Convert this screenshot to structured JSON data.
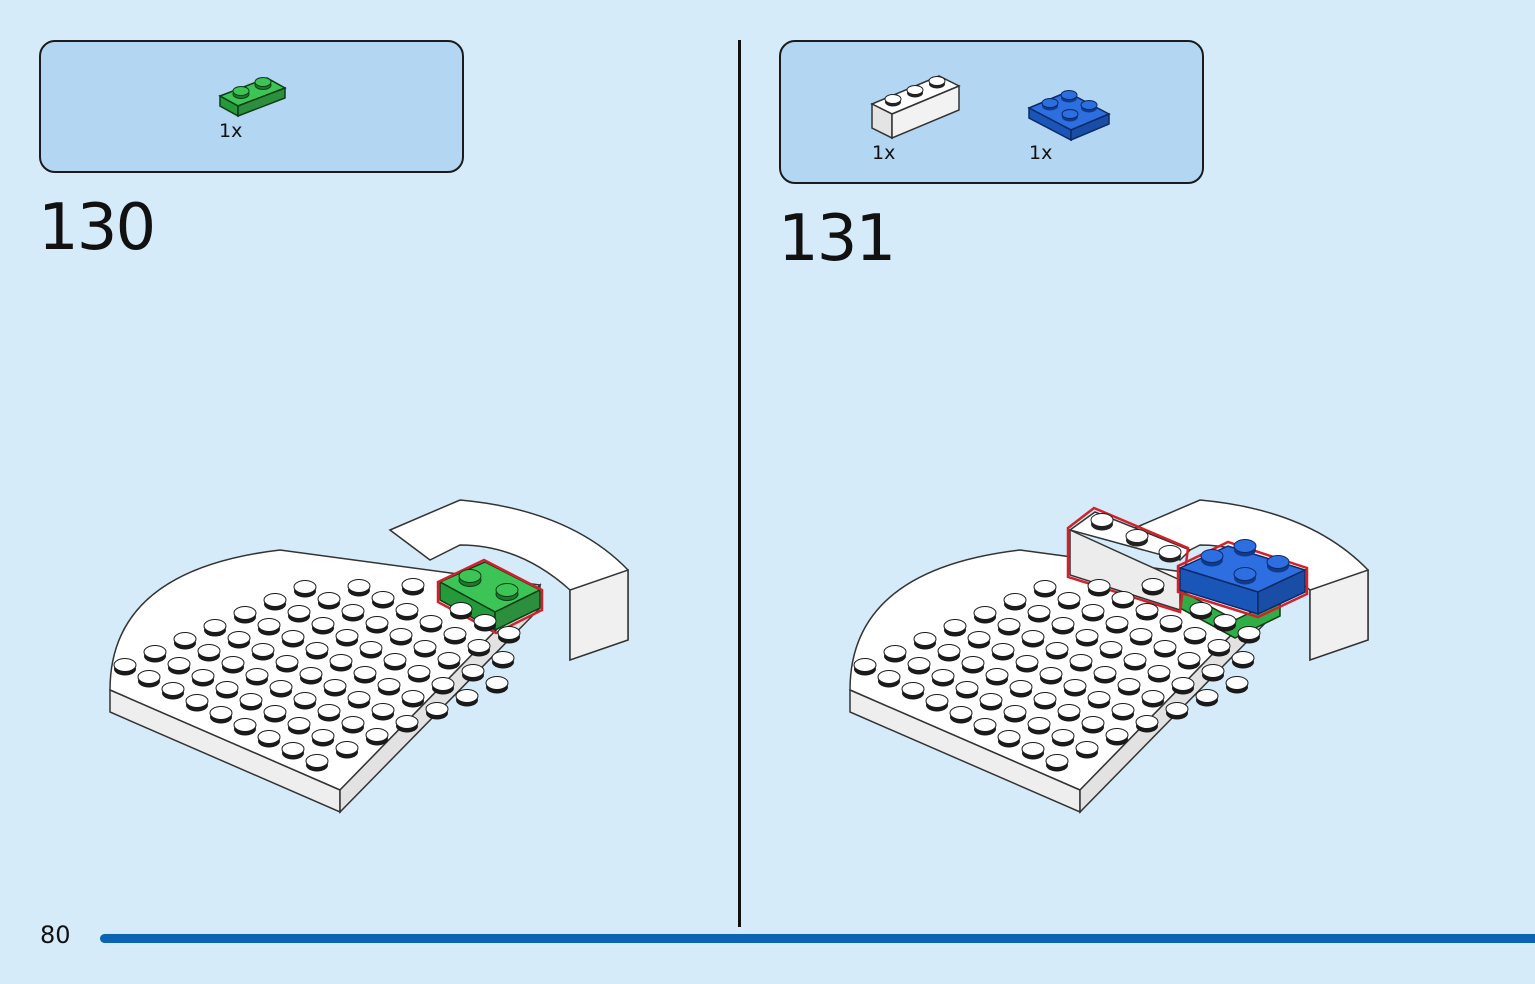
{
  "page": {
    "number": "80"
  },
  "steps": [
    {
      "number": "130",
      "parts": [
        {
          "name": "green-plate-1x2",
          "quantity": "1x",
          "color": "#2fae45"
        }
      ]
    },
    {
      "number": "131",
      "parts": [
        {
          "name": "white-brick-1x3",
          "quantity": "1x",
          "color": "#f4f4f4"
        },
        {
          "name": "blue-plate-2x2",
          "quantity": "1x",
          "color": "#1d5fc9"
        }
      ]
    }
  ],
  "colors": {
    "background": "#d6ebfa",
    "parts_box": "#b3d6f3",
    "progress_bar": "#0a63b3",
    "highlight_outline": "#d3212c",
    "base_plate": "#ffffff",
    "green": "#2fae45",
    "blue": "#1d5fc9"
  }
}
